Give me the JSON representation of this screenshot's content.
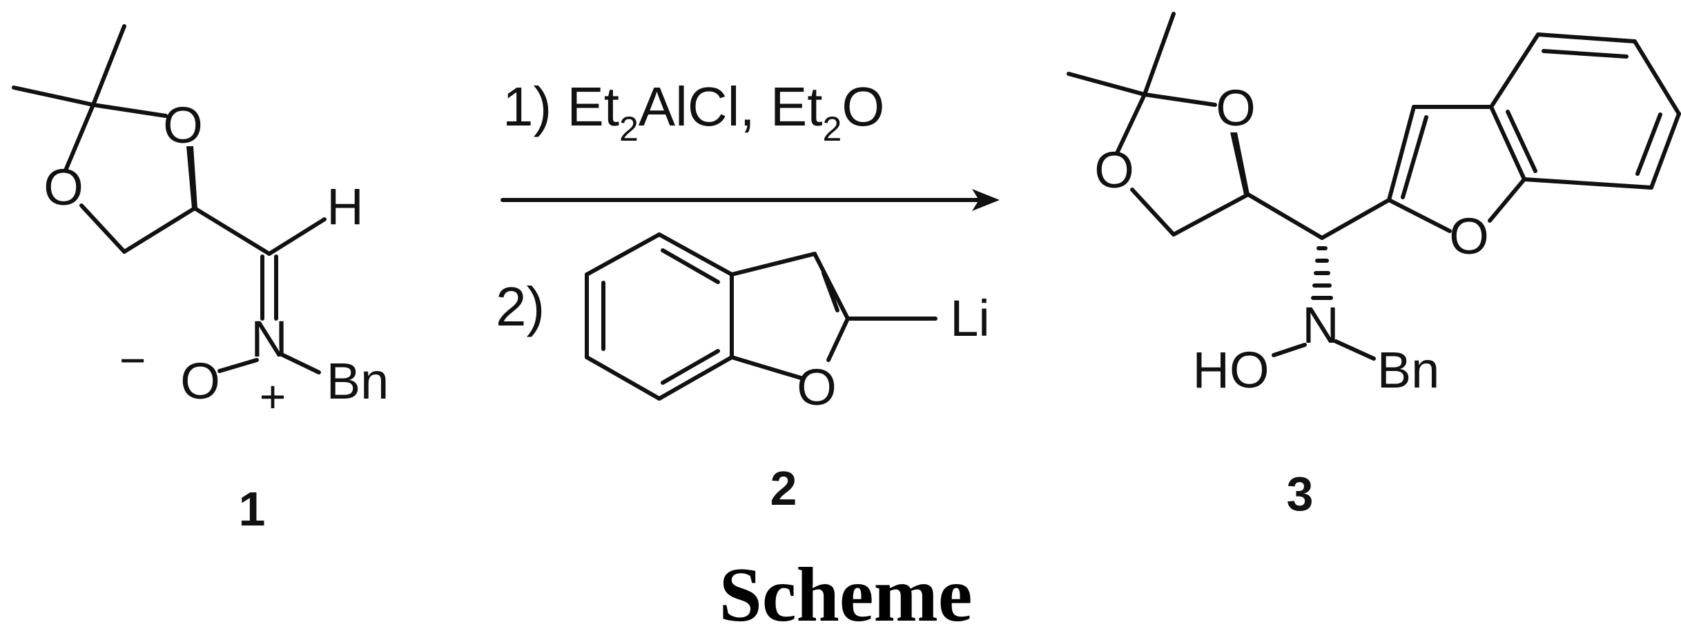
{
  "reagents": {
    "step1_prefix": "1) Et",
    "step1_sub_a": "2",
    "step1_mid": "AlCl, Et",
    "step1_sub_b": "2",
    "step1_suffix": "O",
    "step2": "2)"
  },
  "atoms": {
    "O": "O",
    "H": "H",
    "N": "N",
    "Bn": "Bn",
    "Li": "Li",
    "HO": "HO",
    "minus": "−",
    "plus": "+"
  },
  "compound_labels": [
    "1",
    "2",
    "3"
  ],
  "caption": "Scheme"
}
